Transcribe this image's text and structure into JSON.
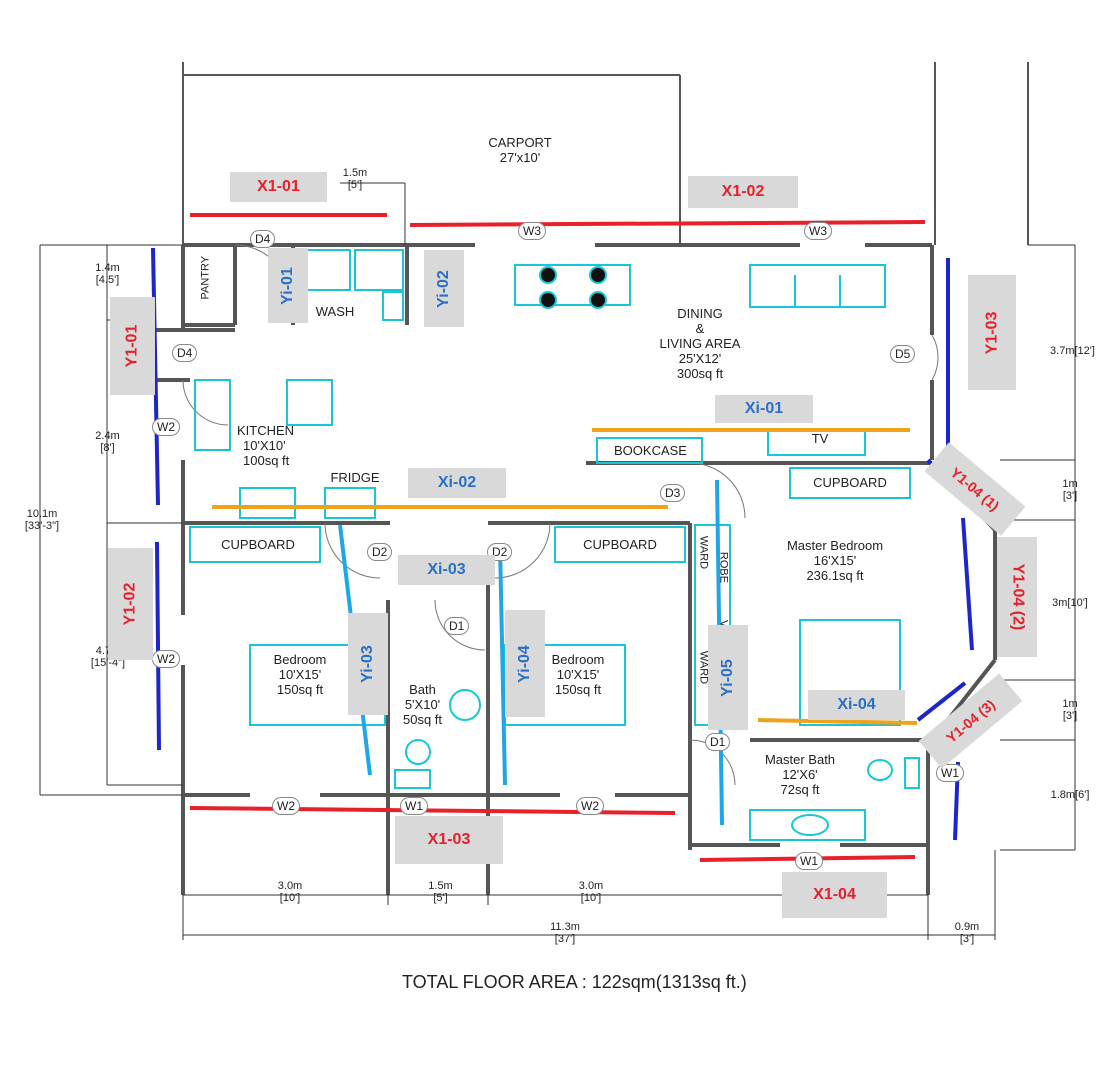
{
  "rooms": {
    "carport": [
      "CARPORT",
      "27'x10'"
    ],
    "dining": [
      "DINING",
      "&",
      "LIVING AREA",
      "25'X12'",
      "300sq ft"
    ],
    "kitchen": [
      "KITCHEN",
      "10'X10'",
      "100sq ft"
    ],
    "master_bedroom": [
      "Master Bedroom",
      "16'X15'",
      "236.1sq ft"
    ],
    "bedroom_left": [
      "Bedroom",
      "10'X15'",
      "150sq ft"
    ],
    "bedroom_right": [
      "Bedroom",
      "10'X15'",
      "150sq ft"
    ],
    "bath": [
      "Bath",
      "5'X10'",
      "50sq ft"
    ],
    "master_bath": [
      "Master Bath",
      "12'X6'",
      "72sq ft"
    ]
  },
  "fixtures": {
    "pantry": "PANTRY",
    "wash": "WASH",
    "fridge": "FRIDGE",
    "bookcase": "BOOKCASE",
    "tv": "TV",
    "cupboard_kitchen": "CUPBOARD",
    "cupboard_bed": "CUPBOARD",
    "cupboard_master": "CUPBOARD",
    "ward": "WARD",
    "robe": "ROBE",
    "ward2": "WARD",
    "vanity": "VANITY"
  },
  "codes": {
    "d4_top": "D4",
    "d4_left": "D4",
    "d5": "D5",
    "d3": "D3",
    "d2_left": "D2",
    "d2_right": "D2",
    "d1_bath": "D1",
    "d1_master": "D1",
    "w3_left": "W3",
    "w3_right": "W3",
    "w2_kitchen": "W2",
    "w2_bed": "W2",
    "w2_bottom_left": "W2",
    "w1_bottom": "W1",
    "w2_bottom_right": "W2",
    "w1_master": "W1",
    "w1_bath": "W1"
  },
  "dimensions": {
    "top_1_5": [
      "1.5m",
      "[5']"
    ],
    "left_1_4": [
      "1.4m",
      "[4.5']"
    ],
    "left_2_4": [
      "2.4m",
      "[8']"
    ],
    "left_4_7": [
      "4.7m",
      "[15'-4\"]"
    ],
    "total_10_1": [
      "10.1m",
      "[33'-3\"]"
    ],
    "right_3_7": "3.7m[12']",
    "right_1a": [
      "1m",
      "[3']"
    ],
    "right_3": "3m[10']",
    "right_1b": [
      "1m",
      "[3']"
    ],
    "right_1_8": "1.8m[6']",
    "bottom_3a": [
      "3.0m",
      "[10']"
    ],
    "bottom_1_5": [
      "1.5m",
      "[5']"
    ],
    "bottom_3b": [
      "3.0m",
      "[10']"
    ],
    "bottom_11_3": [
      "11.3m",
      "[37']"
    ],
    "bottom_0_9": [
      "0.9m",
      "[3']"
    ]
  },
  "tags": {
    "x1_01": "X1-01",
    "x1_02": "X1-02",
    "x1_03": "X1-03",
    "x1_04": "X1-04",
    "y1_01": "Y1-01",
    "y1_02": "Y1-02",
    "y1_03": "Y1-03",
    "y1_04_1": "Y1-04 (1)",
    "y1_04_2": "Y1-04 (2)",
    "y1_04_3": "Y1-04 (3)",
    "yi_01": "Yi-01",
    "yi_02": "Yi-02",
    "yi_03": "Yi-03",
    "yi_04": "Yi-04",
    "yi_05": "Yi-05",
    "xi_01": "Xi-01",
    "xi_02": "Xi-02",
    "xi_03": "Xi-03",
    "xi_04": "Xi-04"
  },
  "colors": {
    "wall": "#555555",
    "fixture": "#19c6d6",
    "red": "#e8202a",
    "blue": "#1b27c9",
    "orange": "#f0a21c",
    "lightblue": "#1ea7e8"
  },
  "total": "TOTAL FLOOR AREA : 122sqm(1313sq ft.)"
}
